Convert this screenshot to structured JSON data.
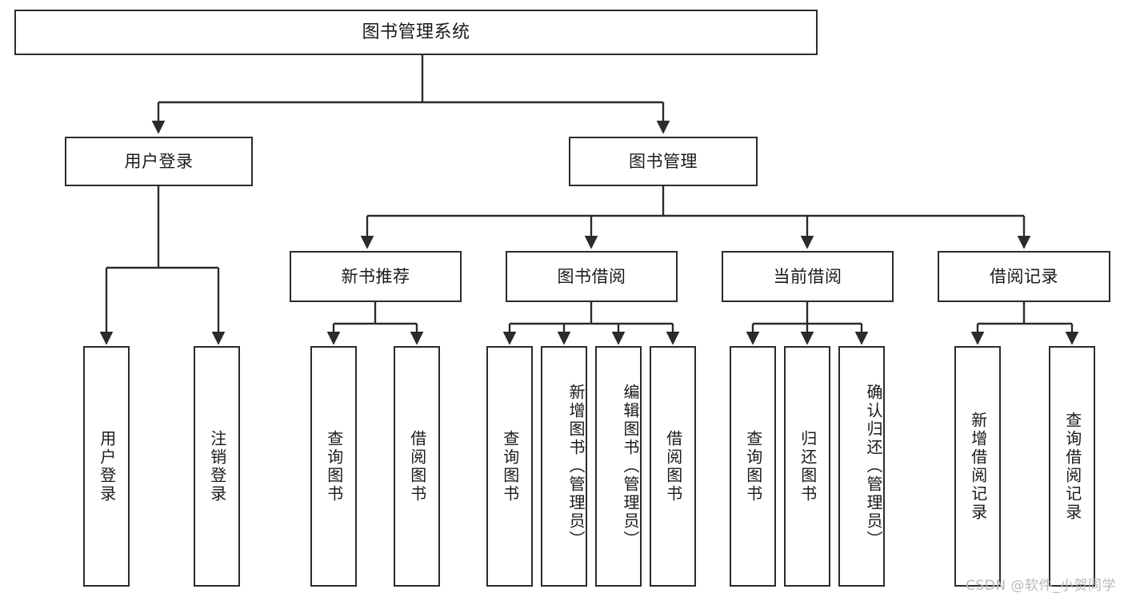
{
  "diagram": {
    "title": "图书管理系统",
    "type": "tree",
    "stroke_color": "#2b2b2b",
    "fill_color": "#ffffff",
    "text_color": "#1a1a1a",
    "watermark": "CSDN @软件_小贺同学",
    "nodes": {
      "root": {
        "label": "图书管理系统"
      },
      "level2": [
        {
          "id": "user-login",
          "label": "用户登录"
        },
        {
          "id": "book-management",
          "label": "图书管理"
        }
      ],
      "level3": [
        {
          "id": "new-book-recommend",
          "label": "新书推荐"
        },
        {
          "id": "book-borrow",
          "label": "图书借阅"
        },
        {
          "id": "current-borrow",
          "label": "当前借阅"
        },
        {
          "id": "borrow-record",
          "label": "借阅记录"
        }
      ],
      "leaves": {
        "user_login": [
          {
            "id": "leaf-user-login",
            "label": "用户登录"
          },
          {
            "id": "leaf-logout",
            "label": "注销登录"
          }
        ],
        "new_book_recommend": [
          {
            "id": "leaf-query-book-1",
            "label": "查询图书"
          },
          {
            "id": "leaf-borrow-book-1",
            "label": "借阅图书"
          }
        ],
        "book_borrow": [
          {
            "id": "leaf-query-book-2",
            "label": "查询图书"
          },
          {
            "id": "leaf-add-book",
            "label": "新增图书（管理员）"
          },
          {
            "id": "leaf-edit-book",
            "label": "编辑图书（管理员）"
          },
          {
            "id": "leaf-borrow-book-2",
            "label": "借阅图书"
          }
        ],
        "current_borrow": [
          {
            "id": "leaf-query-book-3",
            "label": "查询图书"
          },
          {
            "id": "leaf-return-book",
            "label": "归还图书"
          },
          {
            "id": "leaf-confirm-return",
            "label": "确认归还（管理员）"
          }
        ],
        "borrow_record": [
          {
            "id": "leaf-add-record",
            "label": "新增借阅记录"
          },
          {
            "id": "leaf-query-record",
            "label": "查询借阅记录"
          }
        ]
      }
    }
  }
}
